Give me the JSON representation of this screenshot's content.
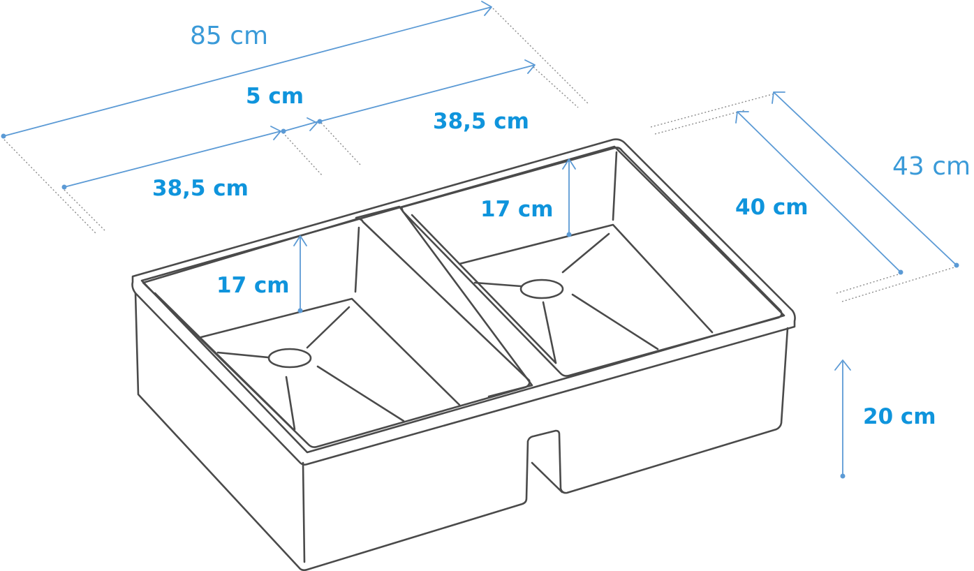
{
  "labels": {
    "total_width": "85 cm",
    "gap": "5 cm",
    "right_bowl_width": "38,5 cm",
    "left_bowl_width": "38,5 cm",
    "right_bowl_depth": "17 cm",
    "left_bowl_depth": "17 cm",
    "bowl_length": "40 cm",
    "total_depth": "43 cm",
    "height": "20 cm"
  },
  "colors": {
    "dimension": "#5b9ad5",
    "label": "#0f94dc",
    "outline": "#4a4a4a"
  }
}
